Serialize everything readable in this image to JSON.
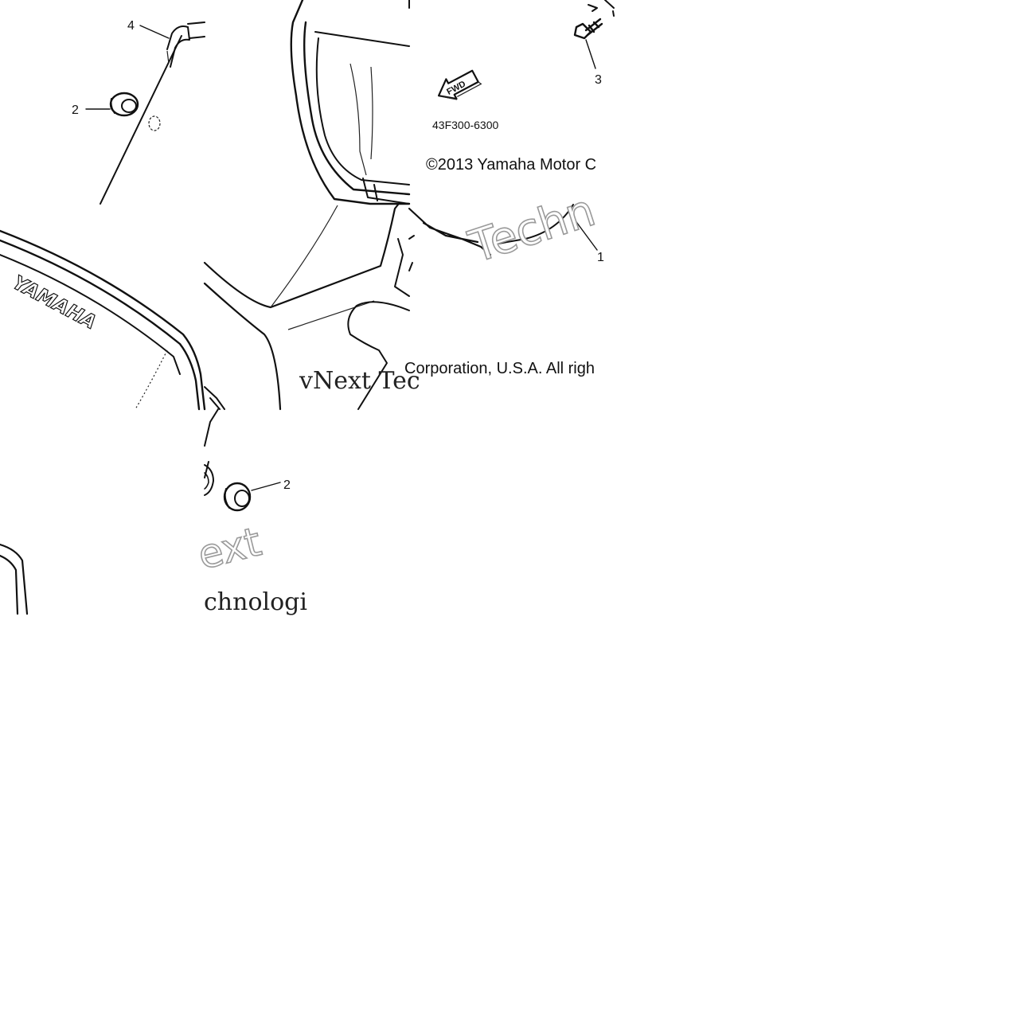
{
  "callouts": {
    "c1": "1",
    "c2_top": "2",
    "c2_bottom": "2",
    "c3": "3",
    "c4": "4"
  },
  "diagram_code": "43F300-6300",
  "fwd_label": "FWD",
  "brand_on_part": "YAMAHA",
  "copyright_top": "©2013 Yamaha Motor C",
  "copyright_bottom": "Corporation, U.S.A. All righ",
  "watermark": {
    "w1": "vNext Tec",
    "w2": "Techn",
    "w3": "ext",
    "w4": "chnologi"
  },
  "colors": {
    "ink": "#111111",
    "watermark_stroke": "#9a9a9a",
    "background": "#ffffff"
  }
}
